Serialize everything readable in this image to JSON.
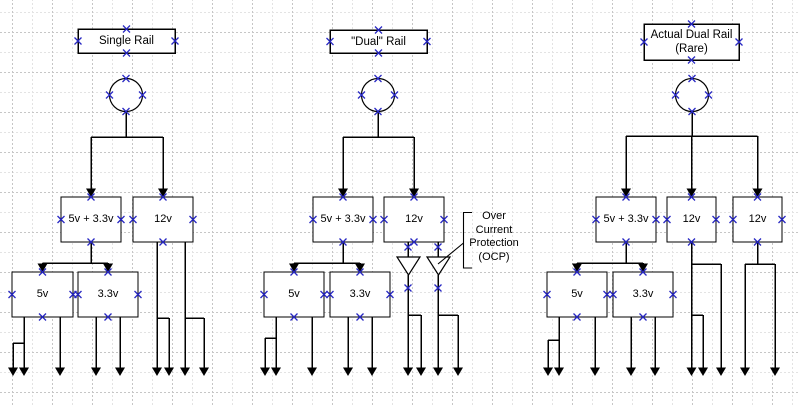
{
  "diagram": {
    "sections": [
      {
        "name": "single-rail",
        "title": "Single Rail",
        "boxes": {
          "combined": "5v + 3.3v",
          "rail12": "12v",
          "rail5": "5v",
          "rail33": "3.3v"
        }
      },
      {
        "name": "dual-rail",
        "title": "\"Dual\" Rail",
        "boxes": {
          "combined": "5v + 3.3v",
          "rail12": "12v",
          "rail5": "5v",
          "rail33": "3.3v"
        }
      },
      {
        "name": "actual-dual-rail",
        "title": "Actual Dual Rail\n(Rare)",
        "boxes": {
          "combined": "5v + 3.3v",
          "rail12a": "12v",
          "rail12b": "12v",
          "rail5": "5v",
          "rail33": "3.3v"
        }
      }
    ],
    "annotation_ocp": "Over\nCurrent\nProtection\n(OCP)"
  },
  "colors": {
    "line": "#000000",
    "connection_point": "#2727c3",
    "background": "#ffffff",
    "grid_minor": "#e3e3e3",
    "grid_major": "#c6c6c6"
  }
}
